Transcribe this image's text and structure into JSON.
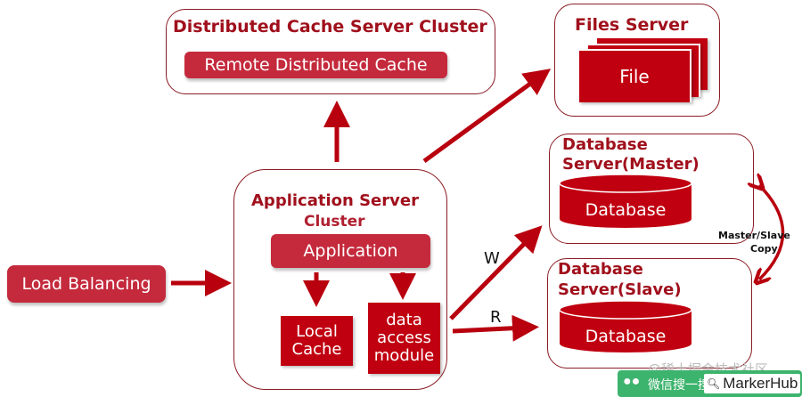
{
  "diagram": {
    "cache_cluster": {
      "title": "Distributed Cache Server Cluster",
      "inner": "Remote Distributed Cache"
    },
    "files_server": {
      "title": "Files Server",
      "inner": "File"
    },
    "db_master": {
      "title_line1": "Database",
      "title_line2": "Server(Master)",
      "inner": "Database"
    },
    "db_slave": {
      "title_line1": "Database",
      "title_line2": "Server(Slave)",
      "inner": "Database"
    },
    "app_cluster": {
      "title_line1": "Application Server",
      "title_line2": "Cluster",
      "application": "Application",
      "local_cache_line1": "Local",
      "local_cache_line2": "Cache",
      "dam_line1": "data",
      "dam_line2": "access",
      "dam_line3": "module"
    },
    "load_balancing": "Load Balancing",
    "edge_labels": {
      "write": "W",
      "read": "R",
      "replication_line1": "Master/Slave",
      "replication_line2": "Copy"
    }
  },
  "watermark": {
    "handle": "@稀土掘金技术社区",
    "wechat_text": "微信搜一搜",
    "search_text": "MarkerHub"
  },
  "colors": {
    "primary_red": "#c00010",
    "pill_red": "#c42a3c",
    "border": "#8a1c24",
    "watermark_green": "#3db46d"
  }
}
